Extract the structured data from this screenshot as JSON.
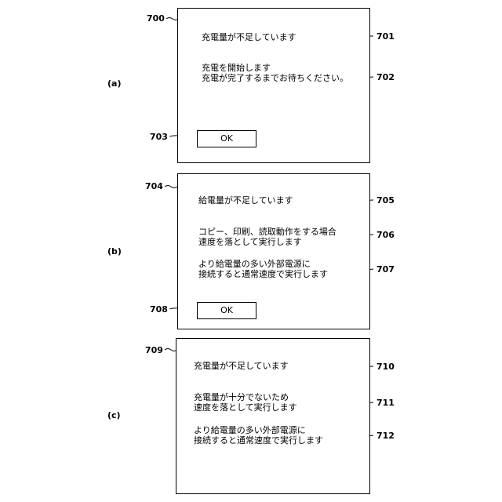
{
  "panels": [
    {
      "label": "(a)",
      "screen_ref": "700",
      "messages": [
        {
          "ref": "701",
          "lines": [
            "充電量が不足しています"
          ]
        },
        {
          "ref": "702",
          "lines": [
            "充電を開始します",
            "充電が完了するまでお待ちください。"
          ]
        }
      ],
      "button": {
        "ref": "703",
        "label": "OK"
      }
    },
    {
      "label": "(b)",
      "screen_ref": "704",
      "messages": [
        {
          "ref": "705",
          "lines": [
            "給電量が不足しています"
          ]
        },
        {
          "ref": "706",
          "lines": [
            "コピー、印刷、読取動作をする場合",
            "速度を落として実行します"
          ]
        },
        {
          "ref": "707",
          "lines": [
            "より給電量の多い外部電源に",
            "接続すると通常速度で実行します"
          ]
        }
      ],
      "button": {
        "ref": "708",
        "label": "OK"
      }
    },
    {
      "label": "(c)",
      "screen_ref": "709",
      "messages": [
        {
          "ref": "710",
          "lines": [
            "充電量が不足しています"
          ]
        },
        {
          "ref": "711",
          "lines": [
            "充電量が十分でないため",
            "速度を落として実行します"
          ]
        },
        {
          "ref": "712",
          "lines": [
            "より給電量の多い外部電源に",
            "接続すると通常速度で実行します"
          ]
        }
      ]
    }
  ]
}
